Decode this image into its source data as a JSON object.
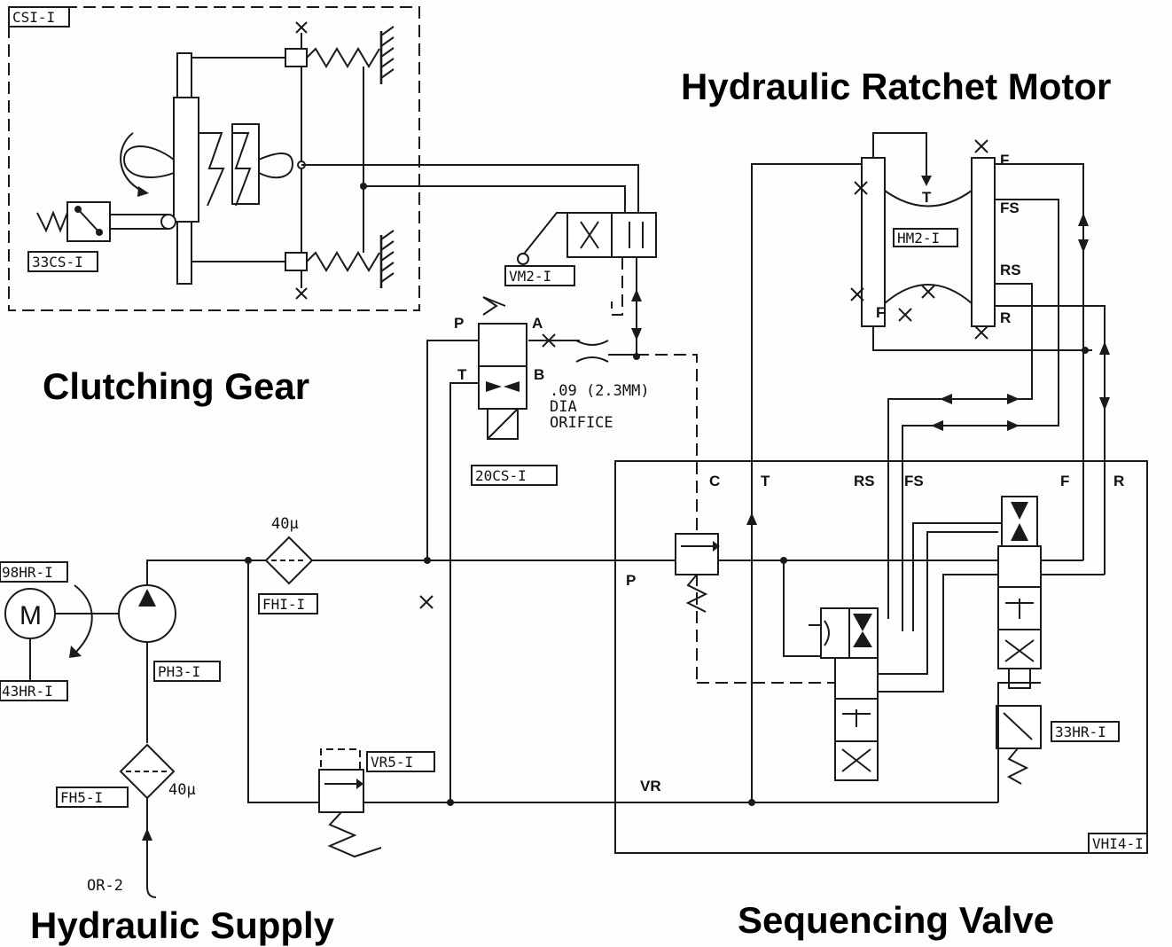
{
  "titles": {
    "ratchet_motor": "Hydraulic Ratchet Motor",
    "clutching_gear": "Clutching Gear",
    "hydraulic_supply": "Hydraulic Supply",
    "sequencing_valve": "Sequencing Valve"
  },
  "component_tags": {
    "csi": "CSI-I",
    "cs33": "33CS-I",
    "vm2": "VM2-I",
    "cs20": "20CS-I",
    "hm2": "HM2-I",
    "hr98": "98HR-I",
    "hr43": "43HR-I",
    "ph3": "PH3-I",
    "fh1": "FHI-I",
    "fh5": "FH5-I",
    "vr5": "VR5-I",
    "hr33": "33HR-I",
    "vh14": "VHI4-I"
  },
  "filters": {
    "fh1_rating": "40µ",
    "fh5_rating": "40µ"
  },
  "orifice": {
    "size": ".09 (2.3MM)",
    "line2": "DIA",
    "line3": "ORIFICE"
  },
  "motor_symbol": "M",
  "supply_line": "OR-2",
  "ports": {
    "valve_p": "P",
    "valve_a": "A",
    "valve_t": "T",
    "valve_b": "B",
    "motor_t": "T",
    "motor_f_top": "F",
    "motor_fs": "FS",
    "motor_rs": "RS",
    "motor_r": "R",
    "motor_f_low": "F",
    "seq_c": "C",
    "seq_t": "T",
    "seq_rs": "RS",
    "seq_fs": "FS",
    "seq_f": "F",
    "seq_r": "R",
    "seq_p": "P",
    "seq_vr": "VR"
  }
}
